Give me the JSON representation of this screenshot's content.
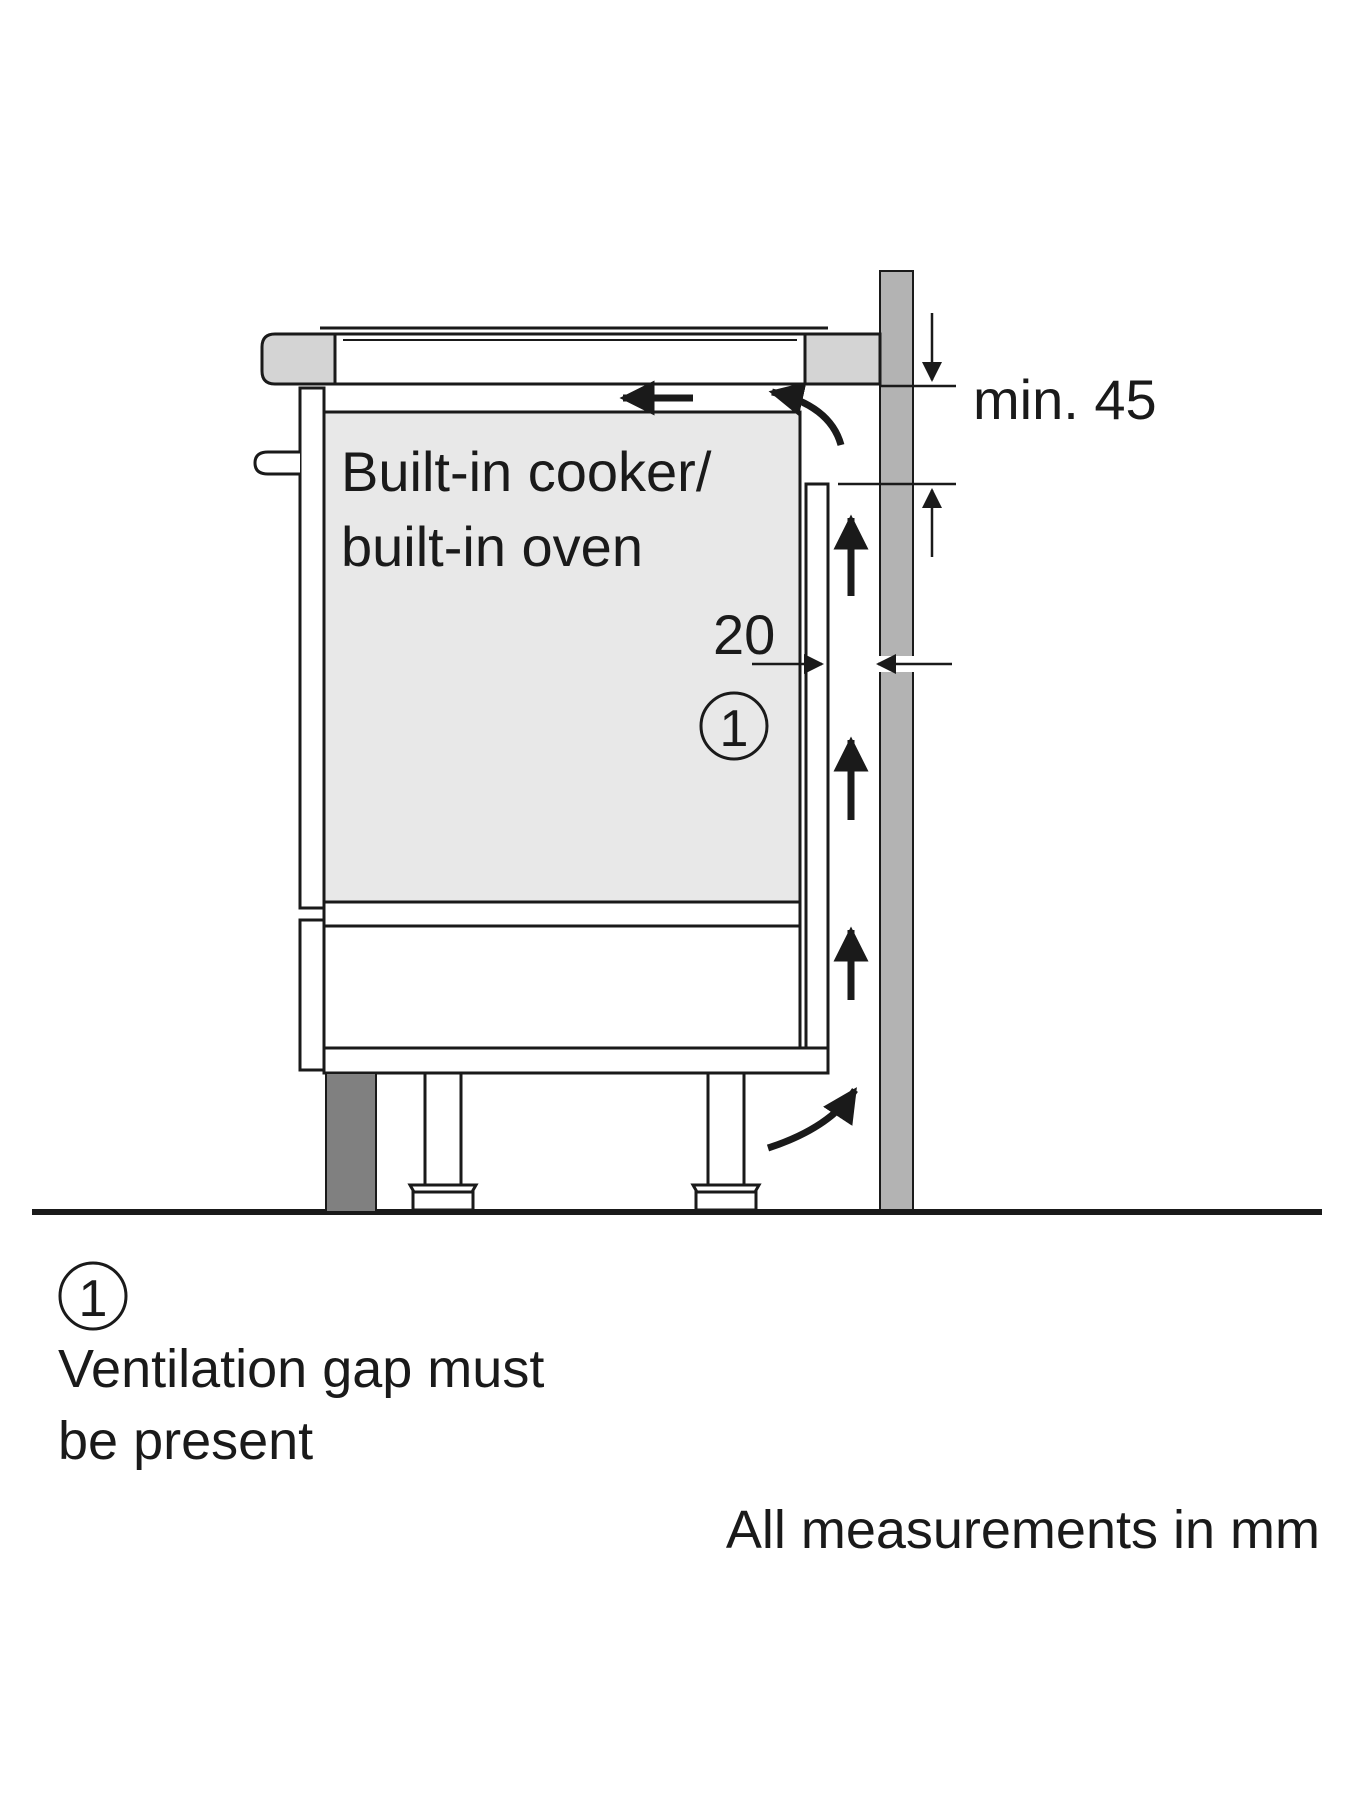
{
  "labels": {
    "appliance_line1": "Built-in cooker/",
    "appliance_line2": "built-in oven",
    "gap_dimension": "20",
    "top_dimension": "min. 45",
    "callout_number": "1",
    "legend_number": "1",
    "legend_line1": "Ventilation gap must",
    "legend_line2": "be present",
    "units_note": "All measurements in mm"
  },
  "colors": {
    "line": "#1a1a1a",
    "appliance_fill": "#e8e8e8",
    "wall_fill": "#b3b3b3",
    "plinth_fill": "#808080",
    "hob_trim_fill": "#d4d4d4"
  }
}
